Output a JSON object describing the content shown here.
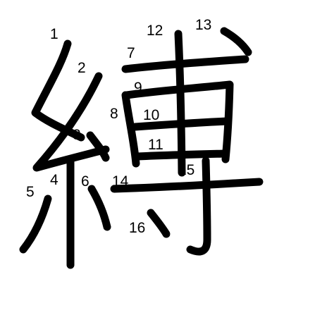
{
  "diagram": {
    "stroke_color": "#000000",
    "background": "#ffffff",
    "stroke_numbers": [
      "1",
      "2",
      "3",
      "4",
      "5",
      "6",
      "7",
      "8",
      "9",
      "10",
      "11",
      "12",
      "13",
      "14",
      "15",
      "16"
    ]
  }
}
